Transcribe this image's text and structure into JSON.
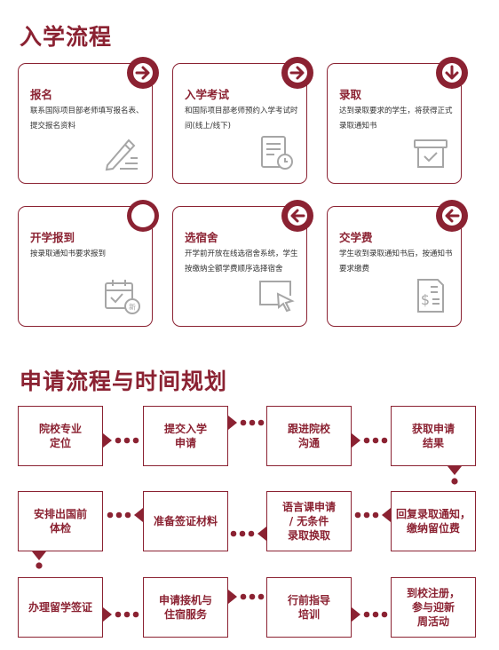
{
  "section1": {
    "title": "入学流程"
  },
  "cards": [
    {
      "title": "报名",
      "desc": "联系国际项目部老师填写报名表、提交报名资料",
      "icon": "pen-form-icon",
      "badge": "arrow-right-icon"
    },
    {
      "title": "入学考试",
      "desc": "和国际项目部老师预约入学考试时间(线上/线下)",
      "icon": "document-clock-icon",
      "badge": "arrow-right-icon"
    },
    {
      "title": "录取",
      "desc": "达到录取要求的学生，将获得正式录取通知书",
      "icon": "mailbox-check-icon",
      "badge": "arrow-down-icon"
    },
    {
      "title": "开学报到",
      "desc": "按录取通知书要求报到",
      "icon": "calendar-new-icon",
      "badge": "circle-icon"
    },
    {
      "title": "选宿舍",
      "desc": "开学前开放在线选宿舍系统，学生按缴纳全额学费顺序选择宿舍",
      "icon": "cursor-screen-icon",
      "badge": "arrow-left-icon"
    },
    {
      "title": "交学费",
      "desc": "学生收到录取通知书后，按通知书要求缴费",
      "icon": "invoice-dollar-icon",
      "badge": "arrow-left-icon"
    }
  ],
  "section2": {
    "title": "申请流程与时间规划"
  },
  "flow": [
    "院校专业\n定位",
    "提交入学\n申请",
    "跟进院校\n沟通",
    "获取申请\n结果",
    "回复录取通知，\n缴纳留位费",
    "语言课申请\n/ 无条件\n录取换取",
    "准备签证材料",
    "安排出国前\n体检",
    "办理留学签证",
    "申请接机与\n住宿服务",
    "行前指导\n培训",
    "到校注册，\n参与迎新\n周活动"
  ],
  "colors": {
    "accent": "#8b2232",
    "icon": "#a6a6a6"
  }
}
